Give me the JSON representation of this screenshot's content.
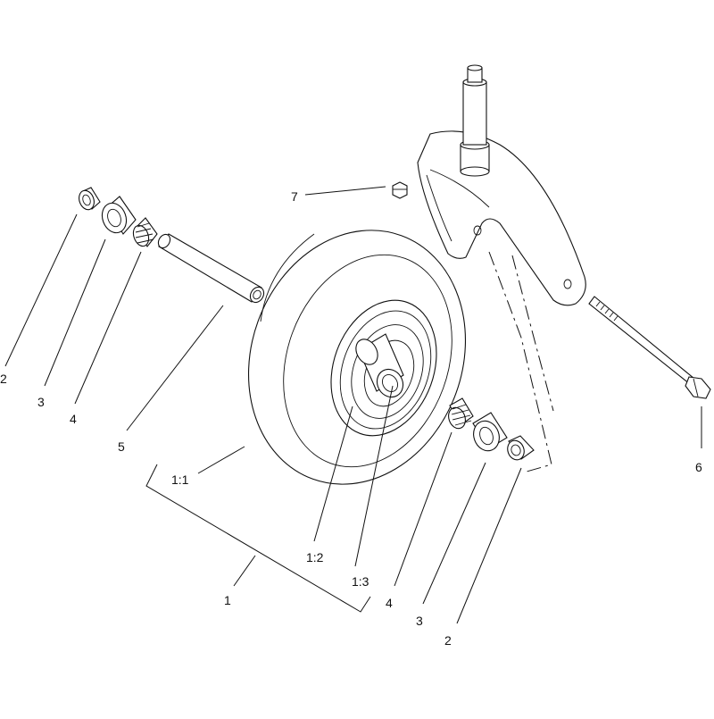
{
  "callouts": {
    "washer_left": "2",
    "cup_left": "3",
    "cone_left": "4",
    "spacer": "5",
    "bolt": "6",
    "nut": "7",
    "assembly": "1",
    "tire": "1:1",
    "rim": "1:2",
    "bushing": "1:3",
    "cone_right": "4",
    "cup_right": "3",
    "washer_right": "2"
  }
}
